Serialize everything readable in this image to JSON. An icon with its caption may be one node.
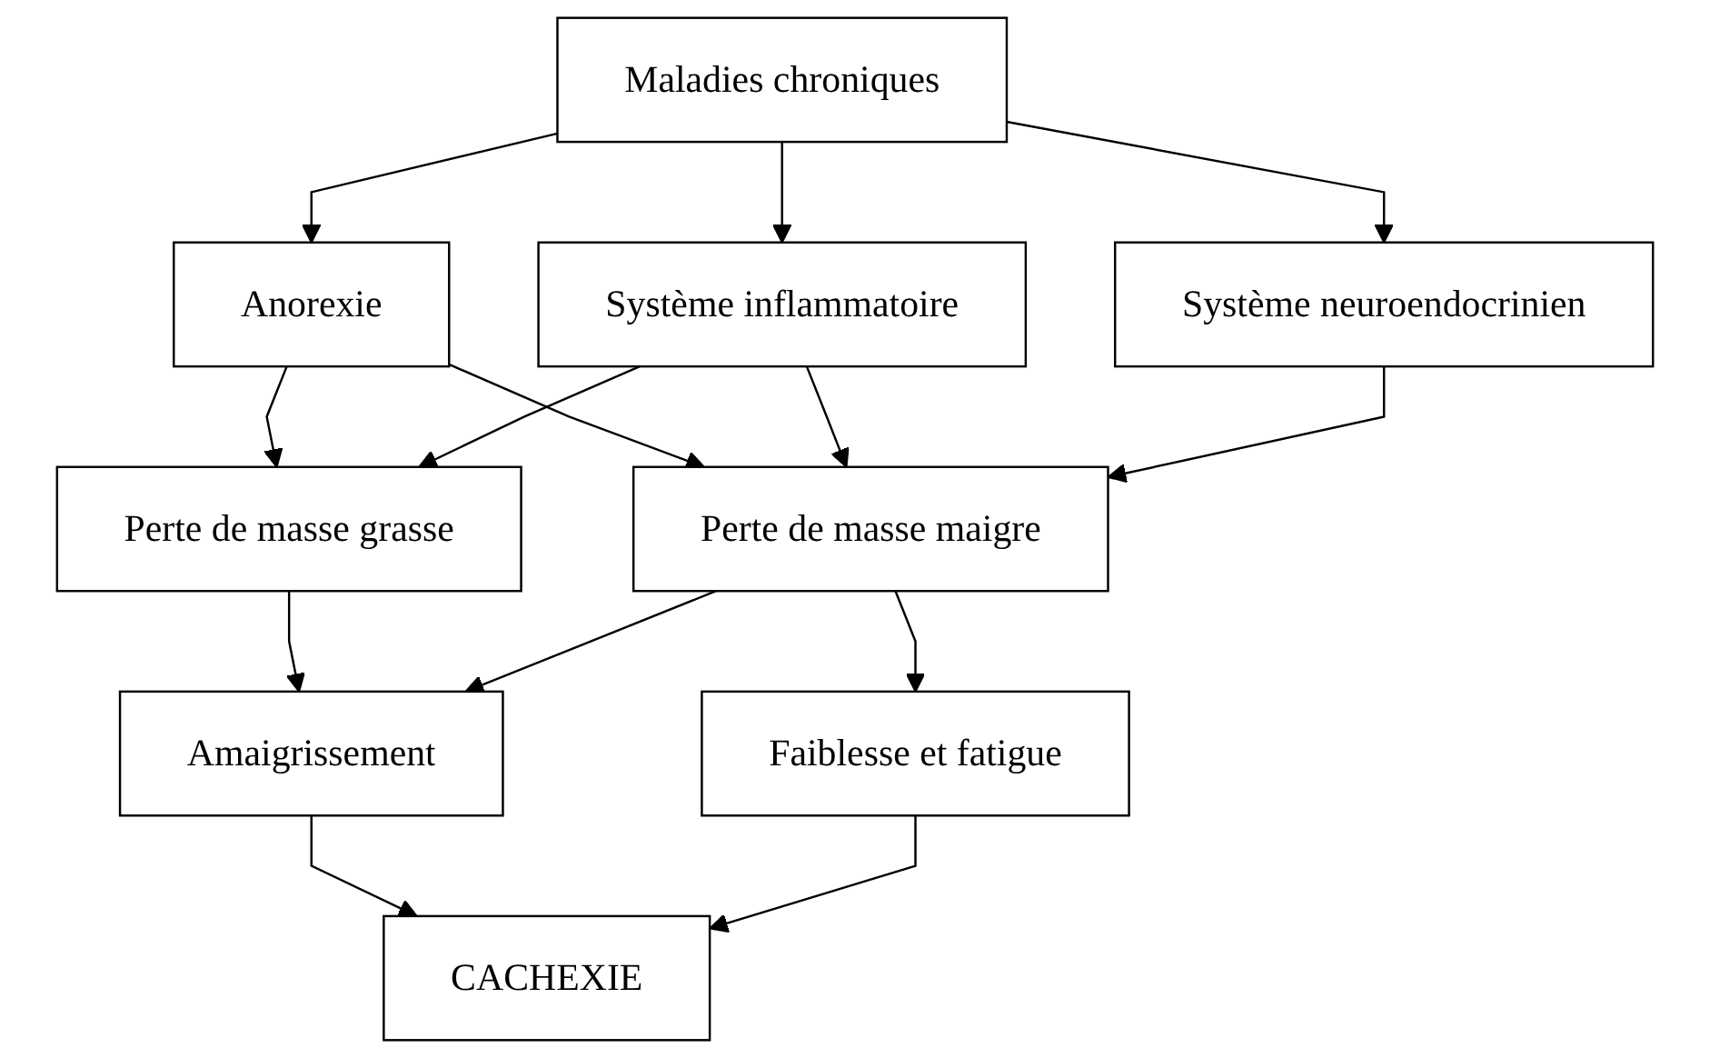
{
  "diagram": {
    "nodes": [
      {
        "text": [
          "Maladies chroniques"
        ]
      },
      {
        "text": [
          "Anorexie"
        ]
      },
      {
        "text": [
          "Système inflammatoire"
        ]
      },
      {
        "text": [
          "Système neuroendocrinien"
        ]
      },
      {
        "text": [
          "Perte de masse grasse"
        ]
      },
      {
        "text": [
          "Perte de masse maigre"
        ]
      },
      {
        "text": [
          "Amaigrissement"
        ]
      },
      {
        "text": [
          "Faiblesse et fatigue"
        ]
      },
      {
        "text": [
          "CACHEXIE"
        ]
      }
    ],
    "edges": [
      {
        "from": 0,
        "to": 1,
        "arrow": "to"
      },
      {
        "from": 0,
        "to": 2,
        "arrow": "to"
      },
      {
        "from": 0,
        "to": 3,
        "arrow": "to"
      },
      {
        "from": 1,
        "to": 4,
        "arrow": "to"
      },
      {
        "from": 1,
        "to": 5,
        "arrow": "to"
      },
      {
        "from": 2,
        "to": 4,
        "arrow": "to"
      },
      {
        "from": 2,
        "to": 5,
        "arrow": "to"
      },
      {
        "from": 3,
        "to": 5,
        "arrow": "to"
      },
      {
        "from": 4,
        "to": 6,
        "arrow": "to"
      },
      {
        "from": 5,
        "to": 6,
        "arrow": "to"
      },
      {
        "from": 5,
        "to": 7,
        "arrow": "to"
      },
      {
        "from": 6,
        "to": 8,
        "arrow": "to"
      },
      {
        "from": 7,
        "to": 8,
        "arrow": "to"
      }
    ]
  }
}
